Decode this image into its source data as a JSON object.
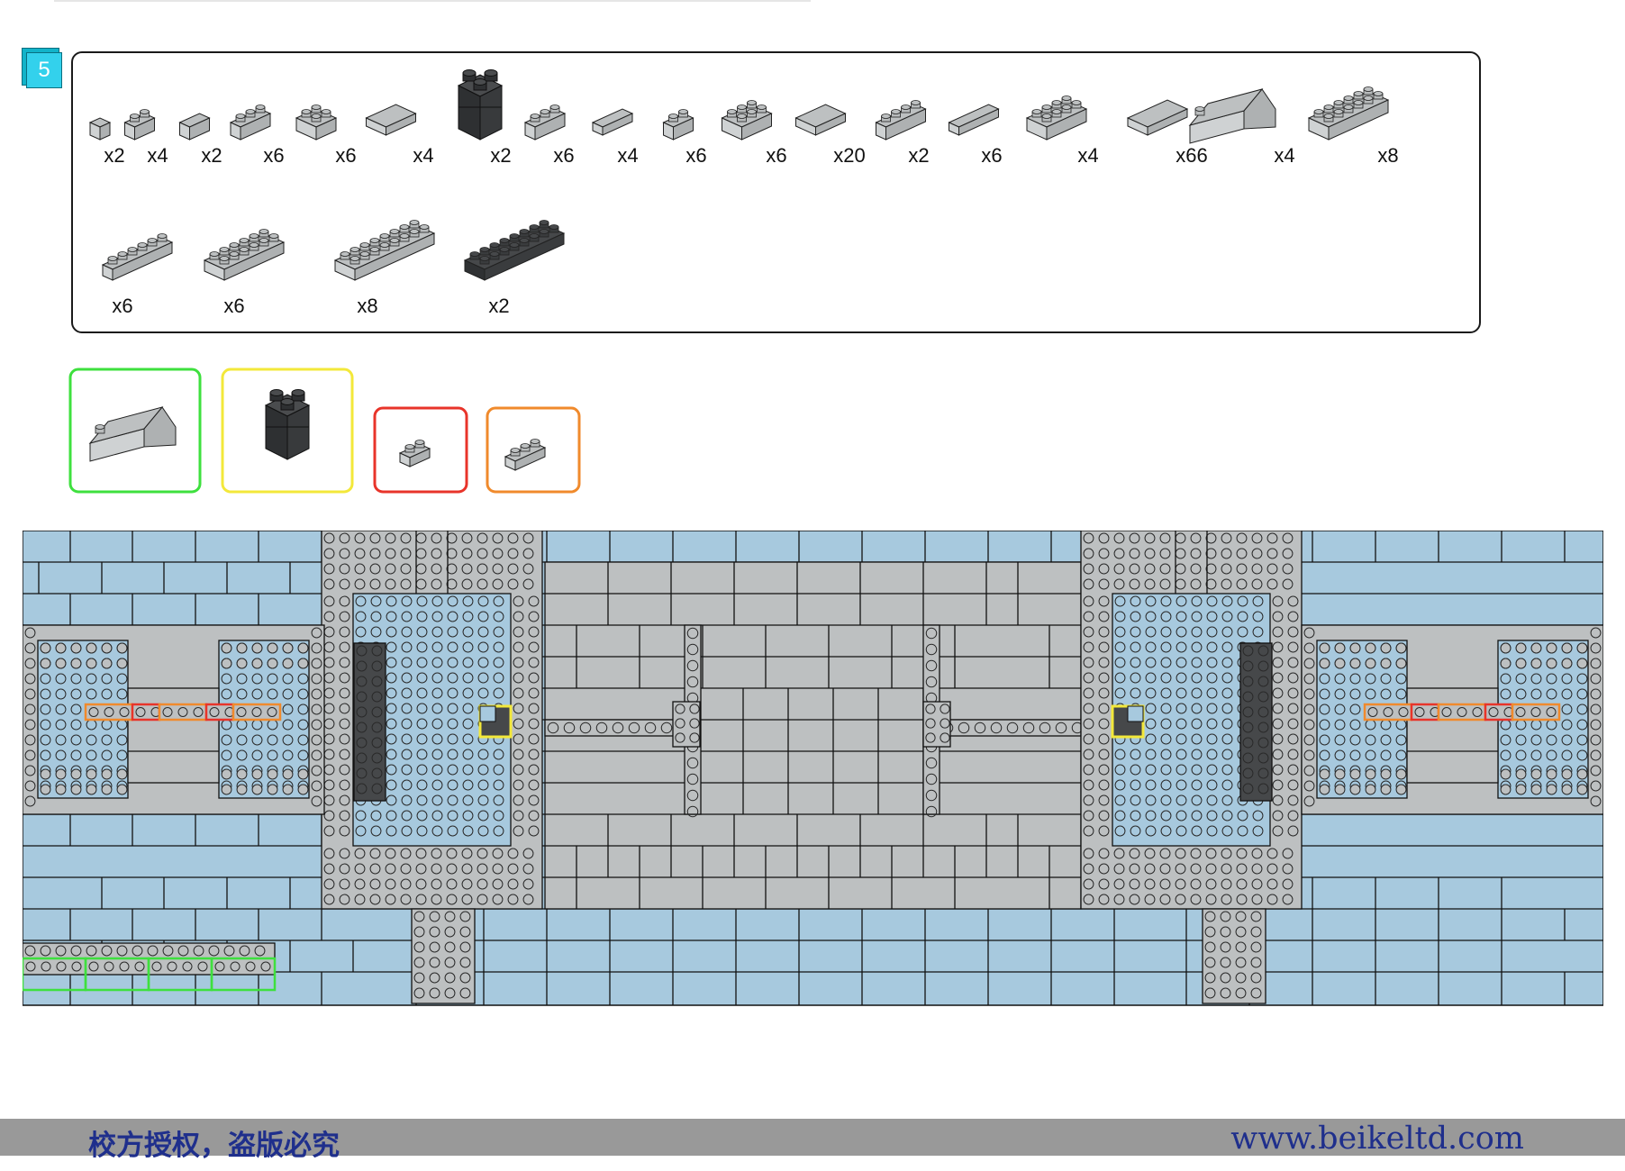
{
  "step": {
    "number": "5"
  },
  "parts": [
    {
      "icon": "brick-1x1-light-gray-icon",
      "quantity": "x2"
    },
    {
      "icon": "brick-1x2-light-gray-icon",
      "quantity": "x4"
    },
    {
      "icon": "tile-1x2-light-gray-icon",
      "quantity": "x2"
    },
    {
      "icon": "corner-brick-light-gray-icon",
      "quantity": "x6"
    },
    {
      "icon": "plate-2x2-light-gray-icon",
      "quantity": "x6"
    },
    {
      "icon": "tile-2x2-light-gray-icon",
      "quantity": "x4"
    },
    {
      "icon": "stacked-corner-dark-gray-icon",
      "quantity": "x2"
    },
    {
      "icon": "plate-1x3-light-gray-icon",
      "quantity": "x6"
    },
    {
      "icon": "tile-1x3-light-gray-icon",
      "quantity": "x4"
    },
    {
      "icon": "plate-1x2-light-gray-icon",
      "quantity": "x6"
    },
    {
      "icon": "plate-2x3-light-gray-icon",
      "quantity": "x6"
    },
    {
      "icon": "tile-2x3-light-gray-icon",
      "quantity": "x20"
    },
    {
      "icon": "plate-1x4-light-gray-icon",
      "quantity": "x2"
    },
    {
      "icon": "tile-1x4-light-gray-icon",
      "quantity": "x6"
    },
    {
      "icon": "plate-2x4-light-gray-icon",
      "quantity": "x4"
    },
    {
      "icon": "tile-2x4-light-gray-icon",
      "quantity": "x66"
    },
    {
      "icon": "slope-brick-light-gray-icon",
      "quantity": "x4"
    },
    {
      "icon": "plate-2x6-light-gray-icon",
      "quantity": "x8"
    },
    {
      "icon": "plate-1x6-light-gray-icon",
      "quantity": "x6"
    },
    {
      "icon": "plate-2x6-long-light-gray-icon",
      "quantity": "x6"
    },
    {
      "icon": "plate-2x8-light-gray-icon",
      "quantity": "x8"
    },
    {
      "icon": "plate-2x8-dark-gray-icon",
      "quantity": "x2"
    }
  ],
  "highlights": [
    {
      "icon": "slope-brick-icon",
      "color": "#3ee03e"
    },
    {
      "icon": "stacked-corner-dark-gray-icon",
      "color": "#f3e83a"
    },
    {
      "icon": "plate-1x2-icon",
      "color": "#e8342a"
    },
    {
      "icon": "plate-1x3-icon",
      "color": "#f08a2c"
    }
  ],
  "colors": {
    "base": "#a7c9de",
    "light_gray": "#bdc0c1",
    "dark_gray": "#46484a",
    "outline": "#111111",
    "footer_bar": "#999999",
    "footer_text": "#1f2f8c"
  },
  "footer": {
    "notice": "校方授权，盗版必究",
    "website": "www.beikeltd.com"
  }
}
